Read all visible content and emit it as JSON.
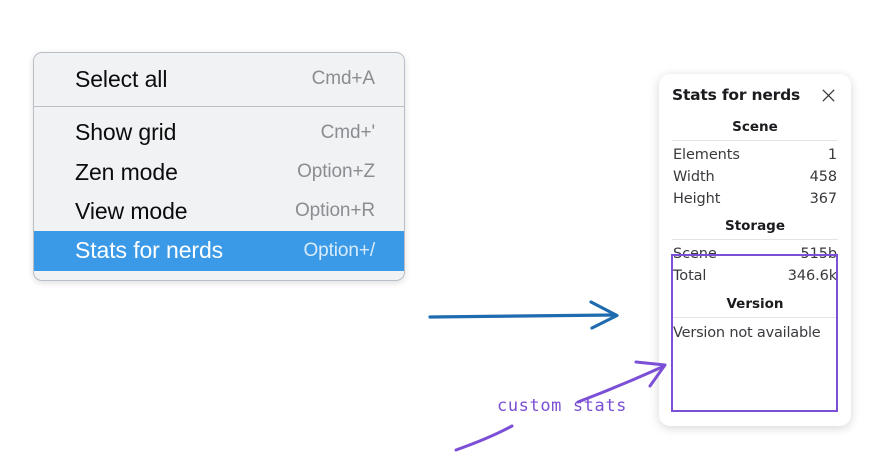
{
  "context_menu": {
    "sections": [
      {
        "items": [
          {
            "label": "Select all",
            "accelerator": "Cmd+A",
            "selected": false
          }
        ]
      },
      {
        "items": [
          {
            "label": "Show grid",
            "accelerator": "Cmd+'",
            "selected": false
          },
          {
            "label": "Zen mode",
            "accelerator": "Option+Z",
            "selected": false
          },
          {
            "label": "View mode",
            "accelerator": "Option+R",
            "selected": false
          },
          {
            "label": "Stats for nerds",
            "accelerator": "Option+/",
            "selected": true
          }
        ]
      }
    ],
    "highlight_color": "#3b9ae8"
  },
  "stats_panel": {
    "title": "Stats for nerds",
    "close_icon": "close-icon",
    "sections": [
      {
        "heading": "Scene",
        "rows": [
          {
            "key": "Elements",
            "value": "1"
          },
          {
            "key": "Width",
            "value": "458"
          },
          {
            "key": "Height",
            "value": "367"
          }
        ]
      },
      {
        "heading": "Storage",
        "rows": [
          {
            "key": "Scene",
            "value": "515b"
          },
          {
            "key": "Total",
            "value": "346.6k"
          }
        ]
      },
      {
        "heading": "Version",
        "plain_rows": [
          "Version not available"
        ]
      }
    ]
  },
  "annotations": {
    "custom_stats_label": "custom stats",
    "highlight_box_color": "#7b4fd6",
    "blue_arrow_color": "#1f6bb0"
  }
}
